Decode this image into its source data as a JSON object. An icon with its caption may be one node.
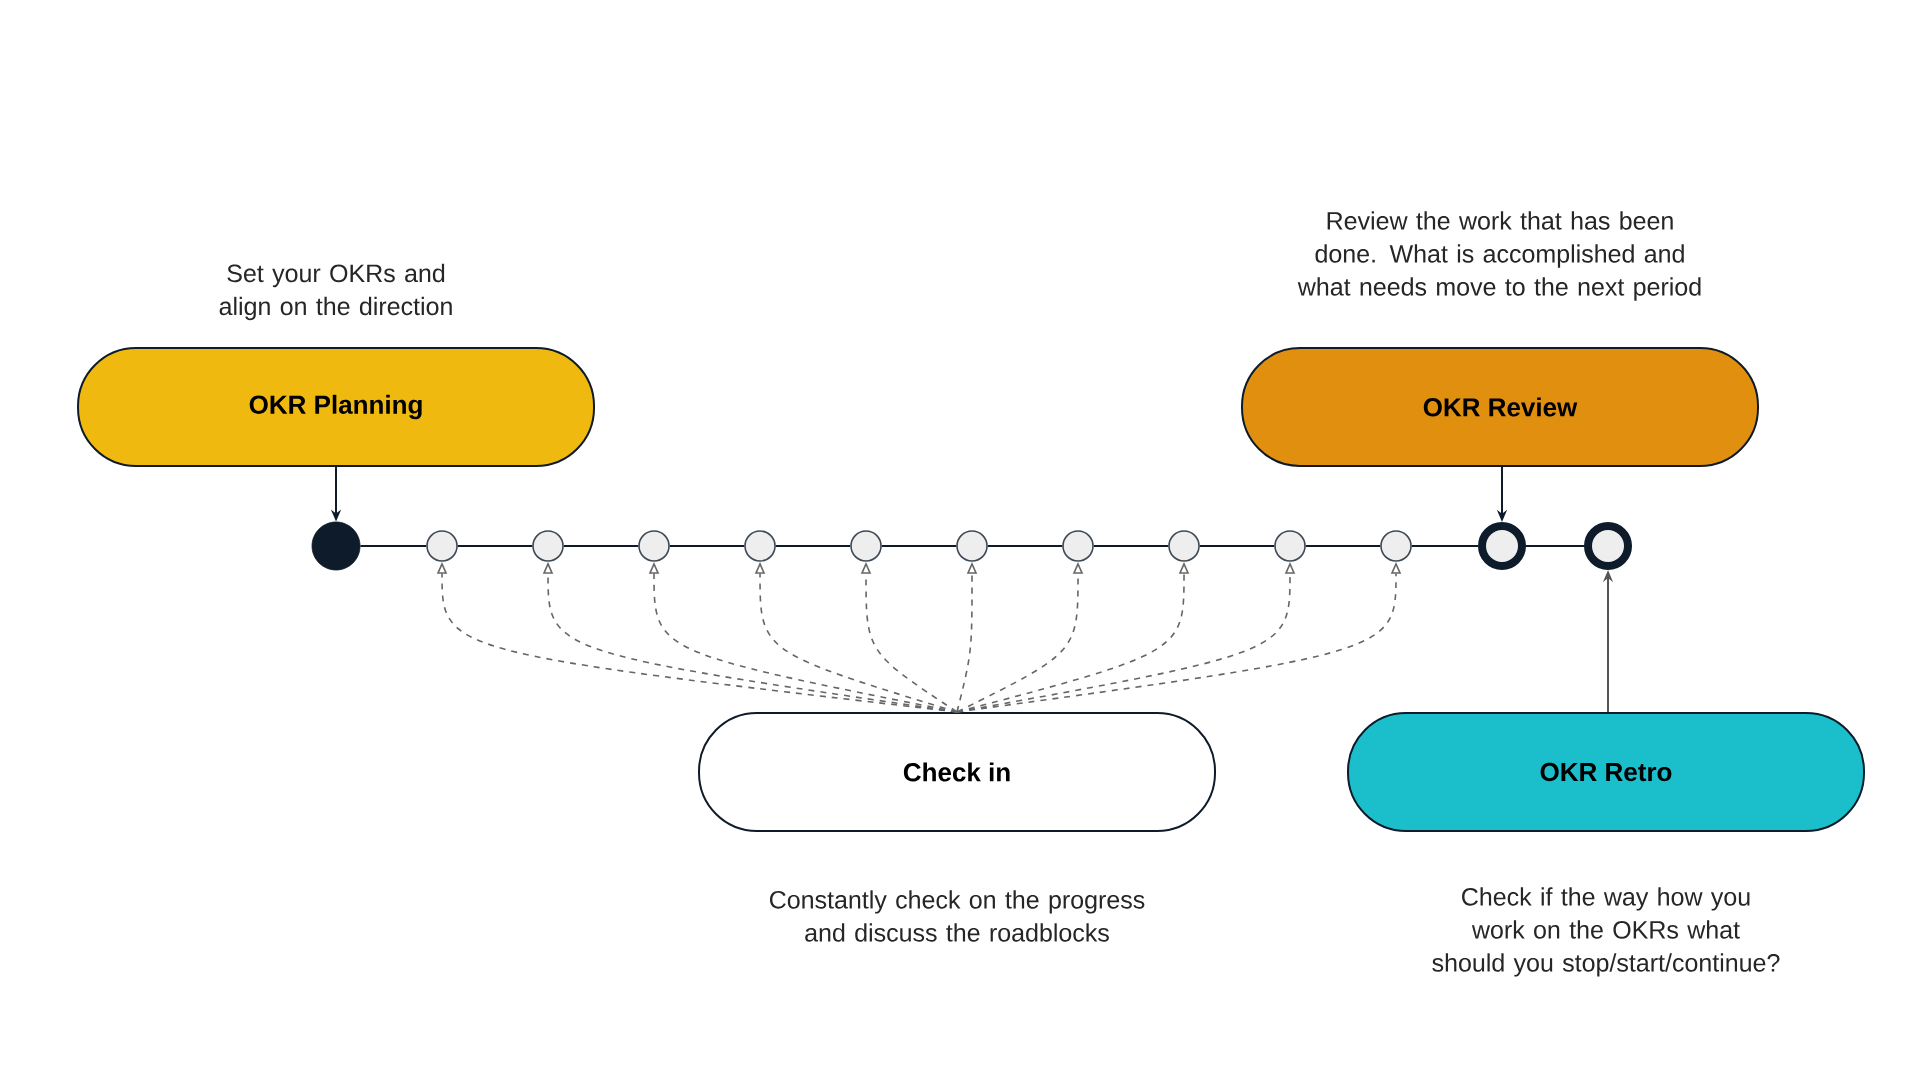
{
  "diagram": {
    "nodes": [
      {
        "text": [
          "OKR Planning"
        ],
        "beside": [
          "Set your OKRs and align on the direction"
        ]
      },
      {
        "text": [
          "OKR Review"
        ],
        "beside": [
          "Review the work that has been done. What is accomplished and what needs move to the next period"
        ]
      },
      {
        "text": [],
        "shape": "circle"
      },
      {
        "text": [],
        "shape": "circle"
      },
      {
        "text": [],
        "shape": "circle"
      },
      {
        "text": [],
        "shape": "circle"
      },
      {
        "text": [],
        "shape": "circle"
      },
      {
        "text": [],
        "shape": "circle"
      },
      {
        "text": [],
        "shape": "circle"
      },
      {
        "text": [],
        "shape": "circle"
      },
      {
        "text": [],
        "shape": "circle"
      },
      {
        "text": [],
        "shape": "circle"
      },
      {
        "text": [],
        "shape": "circle"
      },
      {
        "text": [],
        "shape": "circle"
      },
      {
        "text": [],
        "shape": "circle"
      },
      {
        "text": [
          "Check in"
        ],
        "beside": [
          "Constantly check on the progress and discuss the roadblocks"
        ]
      },
      {
        "text": [
          "OKR Retro"
        ],
        "beside": [
          "Check if the way how you work on the OKRs what should you stop/start/continue?"
        ]
      }
    ],
    "edges": [
      {
        "from": 0,
        "to": 2,
        "arrow": "to"
      },
      {
        "from": 1,
        "to": 13,
        "arrow": "to"
      },
      {
        "from": 2,
        "to": 3,
        "arrow": "none"
      },
      {
        "from": 3,
        "to": 4,
        "arrow": "none"
      },
      {
        "from": 4,
        "to": 5,
        "arrow": "none"
      },
      {
        "from": 5,
        "to": 6,
        "arrow": "none"
      },
      {
        "from": 6,
        "to": 7,
        "arrow": "none"
      },
      {
        "from": 7,
        "to": 8,
        "arrow": "none"
      },
      {
        "from": 8,
        "to": 9,
        "arrow": "none"
      },
      {
        "from": 9,
        "to": 10,
        "arrow": "none"
      },
      {
        "from": 10,
        "to": 11,
        "arrow": "none"
      },
      {
        "from": 11,
        "to": 12,
        "arrow": "none"
      },
      {
        "from": 12,
        "to": 13,
        "arrow": "none"
      },
      {
        "from": 13,
        "to": 14,
        "arrow": "none"
      },
      {
        "from": 15,
        "to": 3,
        "arrow": "to",
        "style": "dashed",
        "color": "#666666"
      },
      {
        "from": 15,
        "to": 4,
        "arrow": "to",
        "style": "dashed",
        "color": "#666666"
      },
      {
        "from": 15,
        "to": 5,
        "arrow": "to",
        "style": "dashed",
        "color": "#666666"
      },
      {
        "from": 15,
        "to": 6,
        "arrow": "to",
        "style": "dashed",
        "color": "#666666"
      },
      {
        "from": 15,
        "to": 7,
        "arrow": "to",
        "style": "dashed",
        "color": "#666666"
      },
      {
        "from": 15,
        "to": 8,
        "arrow": "to",
        "style": "dashed",
        "color": "#666666"
      },
      {
        "from": 15,
        "to": 9,
        "arrow": "to",
        "style": "dashed",
        "color": "#666666"
      },
      {
        "from": 15,
        "to": 10,
        "arrow": "to",
        "style": "dashed",
        "color": "#666666"
      },
      {
        "from": 15,
        "to": 11,
        "arrow": "to",
        "style": "dashed",
        "color": "#666666"
      },
      {
        "from": 15,
        "to": 12,
        "arrow": "to",
        "style": "dashed",
        "color": "#666666"
      },
      {
        "from": 16,
        "to": 14,
        "arrow": "to",
        "color": "#555555"
      }
    ]
  }
}
